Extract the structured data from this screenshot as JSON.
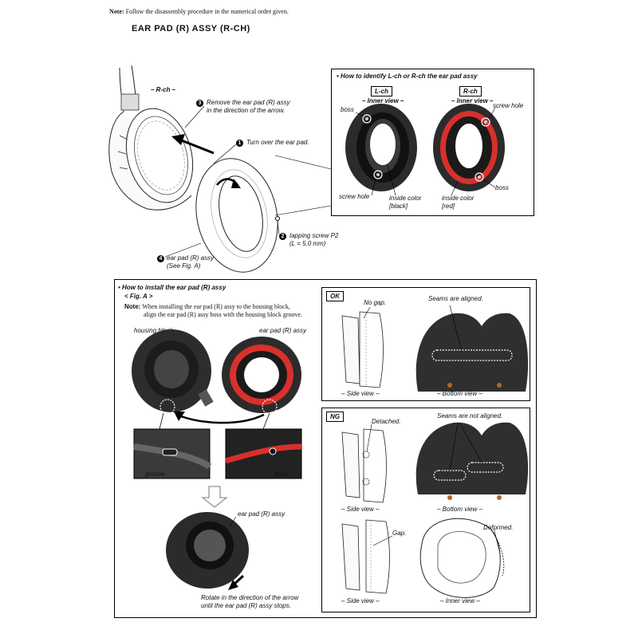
{
  "note": {
    "prefix": "Note:",
    "text": "Follow the disassembly procedure in the numerical order given."
  },
  "title": "EAR PAD (R) ASSY (R-CH)",
  "top": {
    "rch_label": "– R-ch –",
    "steps": [
      {
        "num": "3",
        "line1": "Remove the ear pad (R) assy",
        "line2": "in the direction of the arrow."
      },
      {
        "num": "1",
        "line1": "Turn over the ear pad."
      },
      {
        "num": "2",
        "line1": "tapping screw P2",
        "line2": "(L = 5.0 mm)"
      },
      {
        "num": "4",
        "line1": "ear pad (R) assy",
        "line2": "(See Fig. A)"
      }
    ]
  },
  "identify": {
    "heading": "• How to identify L-ch or R-ch the ear pad assy",
    "lch": {
      "tag": "L-ch",
      "view": "– Inner view –",
      "boss": "boss",
      "screw": "screw hole",
      "color1": "inside color",
      "color2": "[black]"
    },
    "rch": {
      "tag": "R-ch",
      "view": "– Inner view –",
      "boss": "boss",
      "screw": "screw hole",
      "color1": "inside color",
      "color2": "[red]"
    }
  },
  "install": {
    "heading": "• How to install the ear pad (R) assy",
    "fig": "< Fig. A >",
    "note_prefix": "Note:",
    "note_line1": "When installing the ear pad (R) assy to the housing block,",
    "note_line2": "align the ear pad (R) assy boss with the housing block groove.",
    "housing_block": "housing block",
    "ear_pad": "ear pad (R) assy",
    "groove": "groove",
    "boss": "boss",
    "ear_pad_bottom": "ear pad (R) assy",
    "rotate_line1": "Rotate in the direction of the arrow",
    "rotate_line2": "until the ear pad (R) assy stops."
  },
  "ok_panel": {
    "tag": "OK",
    "no_gap": "No gap.",
    "seams": "Seams are aligned.",
    "side_view": "– Side view –",
    "bottom_view": "– Bottom view –"
  },
  "ng_panel": {
    "tag": "NG",
    "detached": "Detached.",
    "seams": "Seams are not aligned.",
    "side_view": "– Side view –",
    "bottom_view": "– Bottom view –",
    "gap": "Gap.",
    "deformed": "Deformed.",
    "side_view2": "– Side view –",
    "inner_view": "– Inner view –"
  },
  "colors": {
    "red": "#d8302c",
    "pad_dark": "#2b2b2b",
    "pad_mid": "#4a4a4a"
  }
}
